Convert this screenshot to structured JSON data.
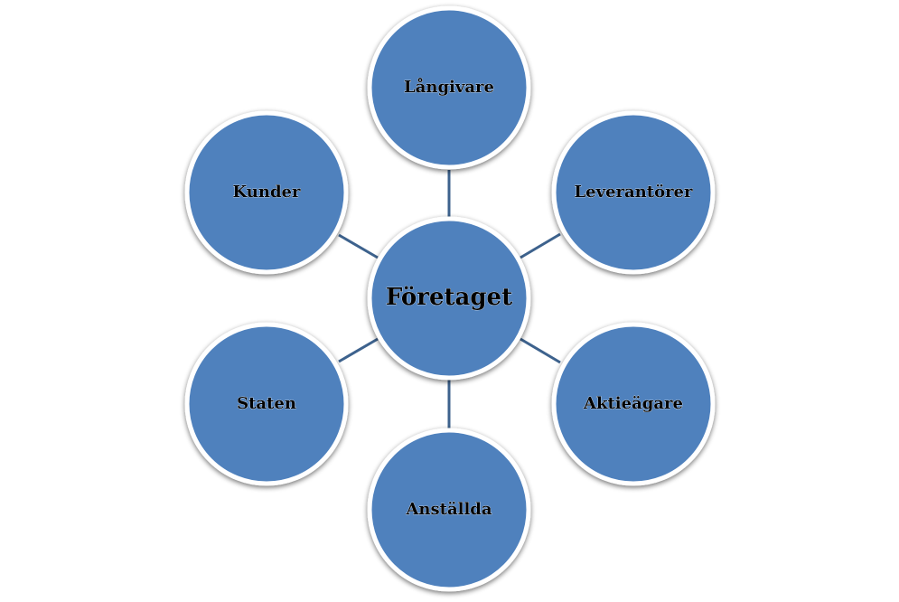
{
  "diagram": {
    "center": {
      "label": "Företaget"
    },
    "nodes": [
      {
        "label": "Långivare"
      },
      {
        "label": "Leverantörer"
      },
      {
        "label": "Aktieägare"
      },
      {
        "label": "Anställda"
      },
      {
        "label": "Staten"
      },
      {
        "label": "Kunder"
      }
    ]
  },
  "colors": {
    "circle_fill": "#4f81bd",
    "circle_border": "#ffffff",
    "connector": "#3d628d",
    "text": "#000000"
  }
}
